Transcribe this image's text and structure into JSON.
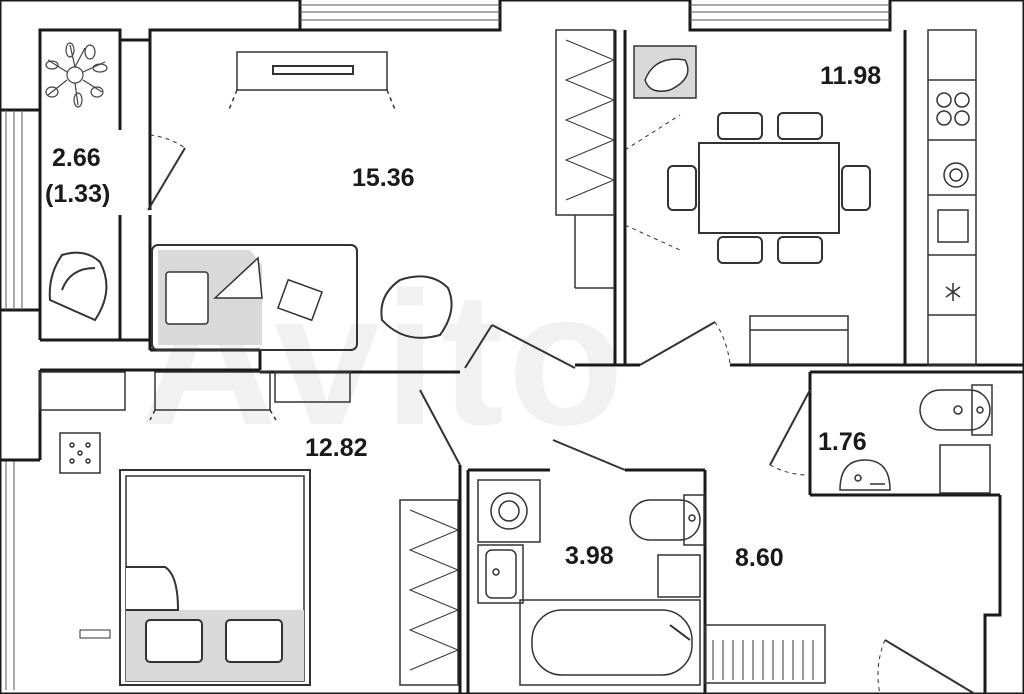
{
  "watermark": "Avito",
  "rooms": {
    "balcony": {
      "area": "2.66",
      "area_reduced": "(1.33)"
    },
    "living_room": {
      "area": "15.36"
    },
    "kitchen": {
      "area": "11.98"
    },
    "bedroom": {
      "area": "12.82"
    },
    "toilet": {
      "area": "1.76"
    },
    "bathroom": {
      "area": "3.98"
    },
    "hallway": {
      "area": "8.60"
    }
  },
  "colors": {
    "wall": "#1a1a1a",
    "line": "#333333",
    "fill": "#d9d9d9",
    "background": "#ffffff"
  }
}
